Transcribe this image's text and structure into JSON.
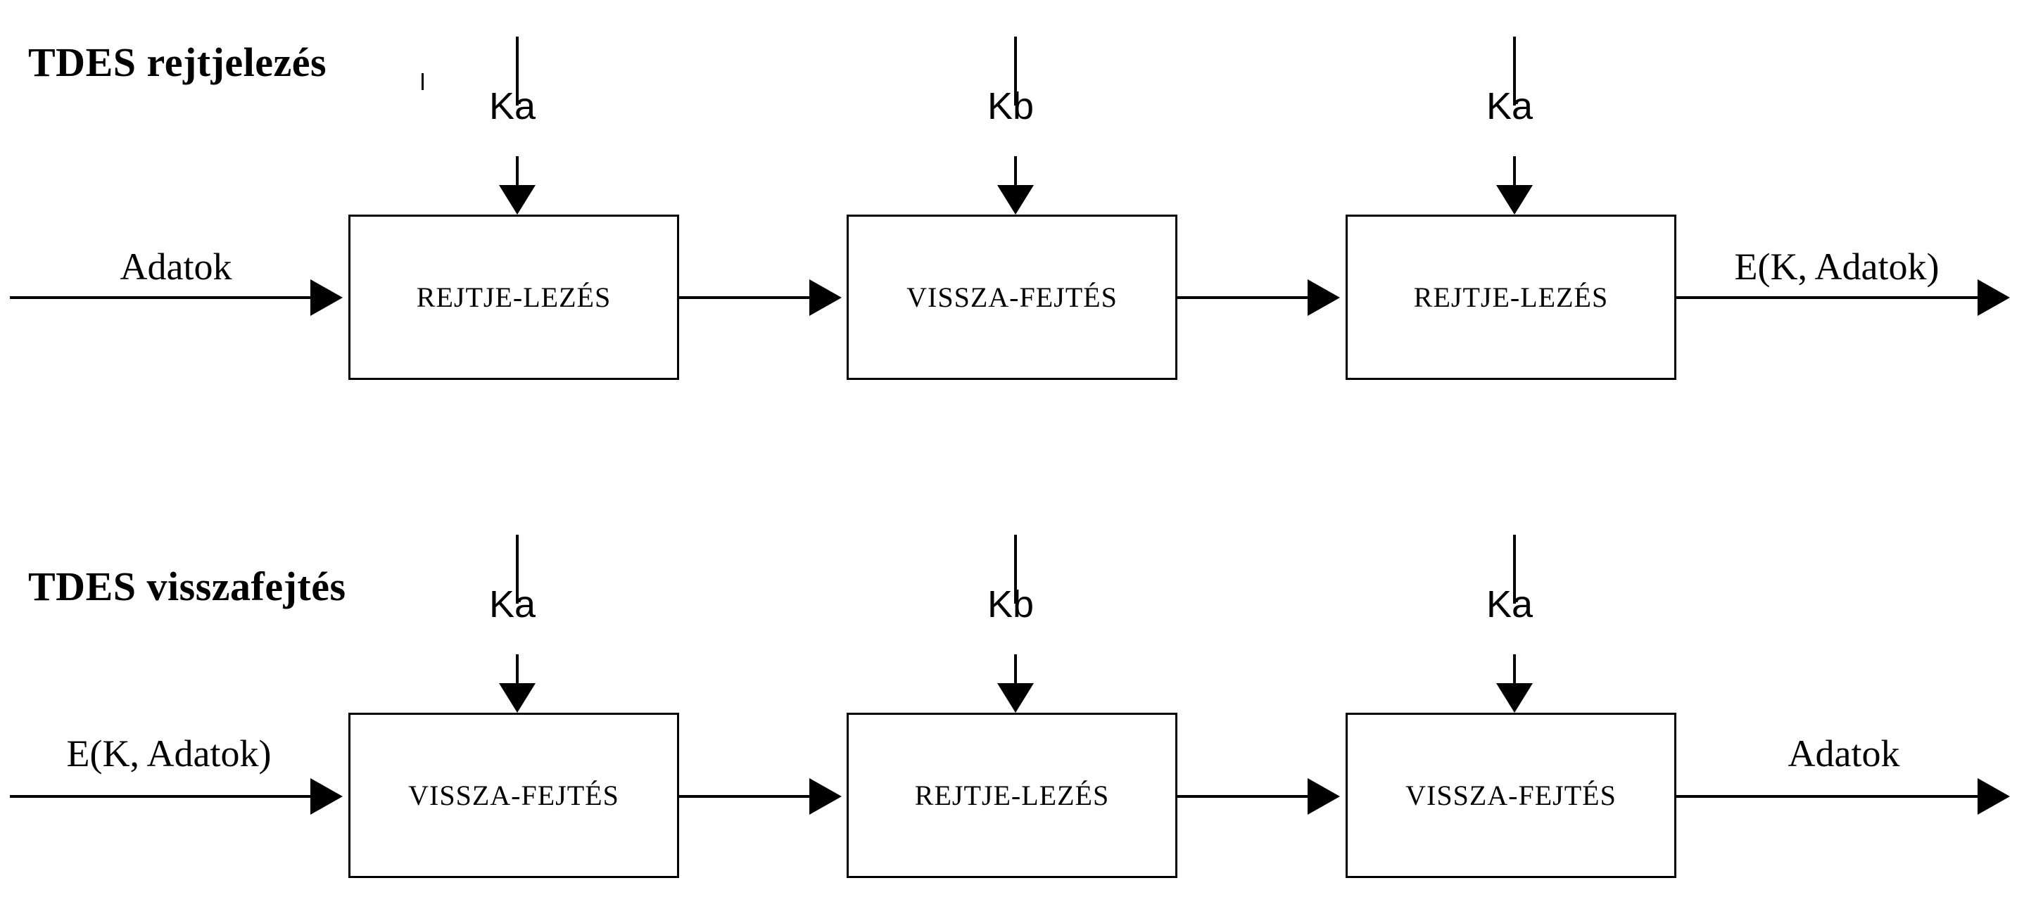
{
  "diagram": {
    "title_top": "TDES rejtjelezés",
    "title_bottom": "TDES visszafejtés",
    "encryption_row": {
      "input_label": "Adatok",
      "output_label": "E(K, Adatok)",
      "stages": [
        {
          "label": "REJTJE-LEZÉS",
          "key": "Ka"
        },
        {
          "label": "VISSZA-FEJTÉS",
          "key": "Kb"
        },
        {
          "label": "REJTJE-LEZÉS",
          "key": "Ka"
        }
      ]
    },
    "decryption_row": {
      "input_label": "E(K, Adatok)",
      "output_label": "Adatok",
      "stages": [
        {
          "label": "VISSZA-FEJTÉS",
          "key": "Ka"
        },
        {
          "label": "REJTJE-LEZÉS",
          "key": "Kb"
        },
        {
          "label": "VISSZA-FEJTÉS",
          "key": "Ka"
        }
      ]
    },
    "colors": {
      "stroke": "#000000",
      "background": "#ffffff",
      "text": "#000000"
    }
  }
}
